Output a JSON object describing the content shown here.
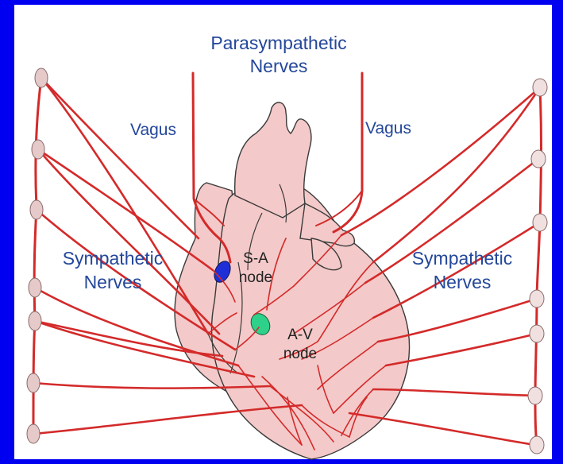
{
  "labels": {
    "parasympathetic_line1": "Parasympathetic",
    "parasympathetic_line2": "Nerves",
    "vagus_left": "Vagus",
    "vagus_right": "Vagus",
    "sympathetic_left_line1": "Sympathetic",
    "sympathetic_left_line2": "Nerves",
    "sympathetic_right_line1": "Sympathetic",
    "sympathetic_right_line2": "Nerves",
    "sa_node_line1": "S-A",
    "sa_node_line2": "node",
    "av_node_line1": "A-V",
    "av_node_line2": "node"
  },
  "colors": {
    "frame": "#0000f0",
    "panel": "#ffffff",
    "heart_fill": "#f4c9c9",
    "heart_outline": "#3a3a3a",
    "nerve": "#d42a2a",
    "ganglion": "#e6caca",
    "label_text": "#24479a",
    "sa_node": "#1e2fd8",
    "av_node": "#2ed18a"
  }
}
